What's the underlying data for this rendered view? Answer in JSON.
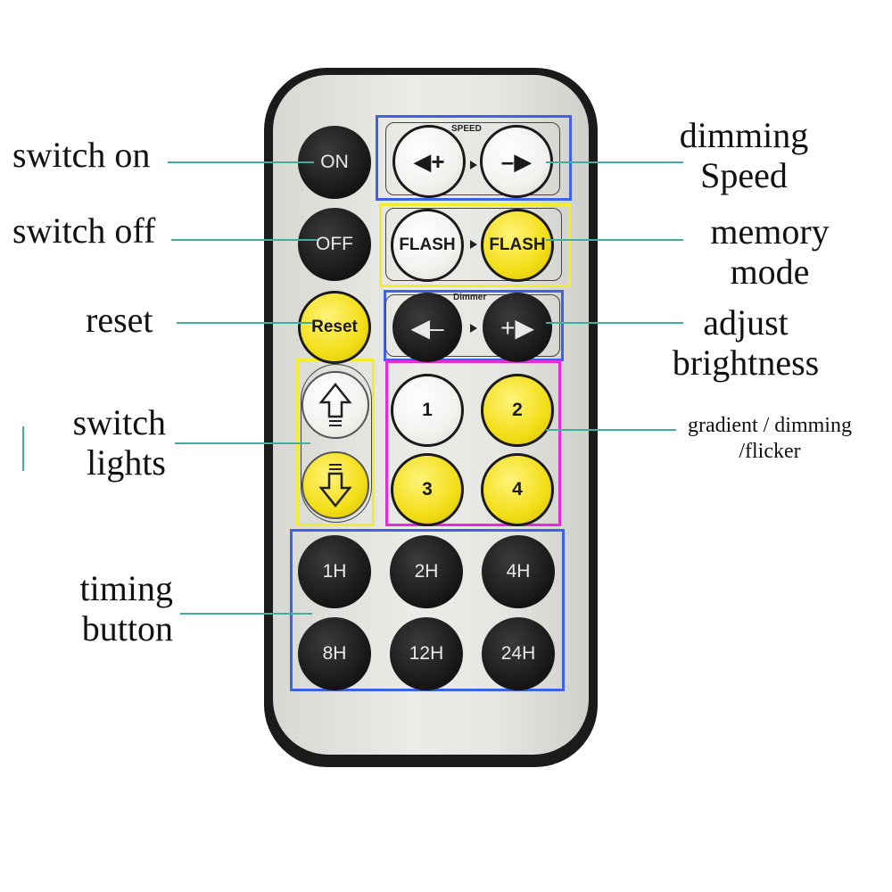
{
  "labels": {
    "switch_on": "switch on",
    "switch_off": "switch off",
    "reset": "reset",
    "switch_lights": [
      "switch",
      "lights"
    ],
    "timing_button": [
      "timing",
      "button"
    ],
    "dimming_speed": [
      "dimming",
      "Speed"
    ],
    "memory_mode": [
      "memory",
      "mode"
    ],
    "adjust_brightness": [
      "adjust",
      "brightness"
    ],
    "gradient_dimming_flicker": [
      "gradient / dimming",
      "/flicker"
    ]
  },
  "remote": {
    "on": "ON",
    "off": "OFF",
    "reset": "Reset",
    "speed_title": "SPEED",
    "speed_left": "◀+",
    "speed_right": "–▶",
    "flash_1": "FLASH",
    "flash_2": "FLASH",
    "dimmer_title": "Dimmer",
    "dim_left": "◀–",
    "dim_right": "+▶",
    "mode_1": "1",
    "mode_2": "2",
    "mode_3": "3",
    "mode_4": "4",
    "timers": [
      "1H",
      "2H",
      "4H",
      "8H",
      "12H",
      "24H"
    ]
  },
  "colors": {
    "leader_line": "#3fae9c",
    "frame_blue": "#3d62e8",
    "frame_yellow": "#f2ec2a",
    "frame_magenta": "#e82ad8",
    "button_yellow": "#f3de17",
    "button_dark": "#151515"
  }
}
